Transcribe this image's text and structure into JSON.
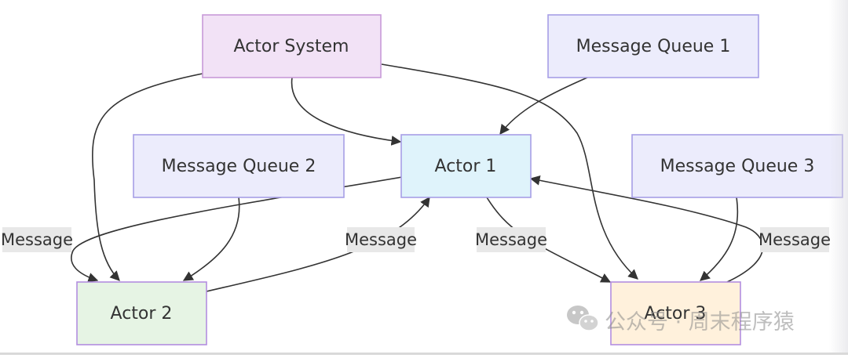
{
  "diagram": {
    "nodes": {
      "actor_system": {
        "label": "Actor System",
        "fill": "#f2e2f6",
        "stroke": "#c89ad8"
      },
      "mq1": {
        "label": "Message Queue 1",
        "fill": "#ececfc",
        "stroke": "#a79ee6"
      },
      "actor1": {
        "label": "Actor 1",
        "fill": "#dff3fb",
        "stroke": "#a79ee6"
      },
      "mq2": {
        "label": "Message Queue 2",
        "fill": "#ececfc",
        "stroke": "#a79ee6"
      },
      "mq3": {
        "label": "Message Queue 3",
        "fill": "#ececfc",
        "stroke": "#a79ee6"
      },
      "actor2": {
        "label": "Actor 2",
        "fill": "#e6f4e4",
        "stroke": "#b38ee0"
      },
      "actor3": {
        "label": "Actor 3",
        "fill": "#fff1dc",
        "stroke": "#b38ee0"
      }
    },
    "edge_labels": {
      "msg_a": "Message",
      "msg_b": "Message",
      "msg_c": "Message",
      "msg_d": "Message"
    },
    "colors": {
      "edge": "#333333",
      "edge_label_bg": "#e8e8e8",
      "text": "#333333"
    }
  },
  "watermark": {
    "text": "公众号 · 周末程序猿",
    "icon": "wechat-icon"
  }
}
